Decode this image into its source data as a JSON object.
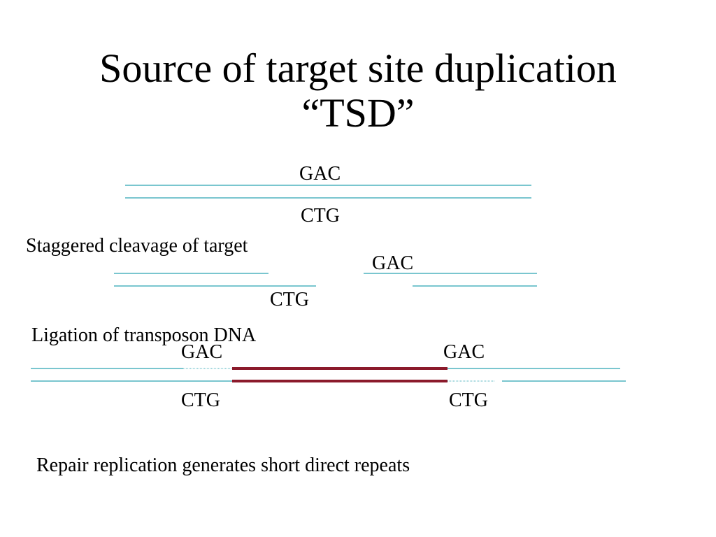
{
  "slide": {
    "title_line1": "Source of target site duplication",
    "title_line2": "“TSD”"
  },
  "colors": {
    "target_dna": "#4fb3bf",
    "transposon_dna": "#8b1a2b",
    "text": "#000000"
  },
  "steps": {
    "intact": {
      "top_seq": "GAC",
      "bottom_seq": "CTG"
    },
    "cleavage": {
      "label": "Staggered cleavage of target",
      "top_seq": "GAC",
      "bottom_seq": "CTG"
    },
    "ligation": {
      "label": "Ligation of transposon DNA",
      "left_top_seq": "GAC",
      "left_bottom_seq": "CTG",
      "right_top_seq": "GAC",
      "right_bottom_seq": "CTG"
    },
    "repair": {
      "label": "Repair replication generates short direct repeats"
    }
  }
}
